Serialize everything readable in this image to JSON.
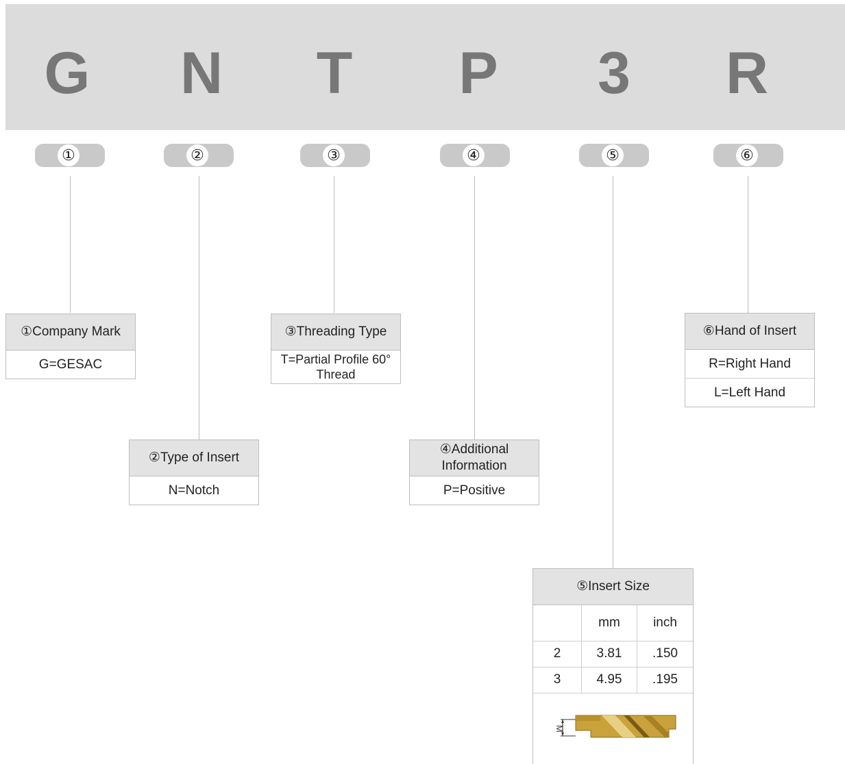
{
  "code": {
    "letters": [
      "G",
      "N",
      "T",
      "P",
      "3",
      "R"
    ]
  },
  "markers": [
    "①",
    "②",
    "③",
    "④",
    "⑤",
    "⑥"
  ],
  "company_mark": {
    "title": "①Company Mark",
    "rows": [
      "G=GESAC"
    ]
  },
  "type_of_insert": {
    "title": "②Type of Insert",
    "rows": [
      "N=Notch"
    ]
  },
  "threading_type": {
    "title": "③Threading Type",
    "rows": [
      "T=Partial Profile 60° Thread"
    ]
  },
  "additional_information": {
    "title": "④Additional Information",
    "rows": [
      "P=Positive"
    ]
  },
  "insert_size": {
    "title": "⑤Insert Size",
    "columns": [
      "",
      "mm",
      "inch"
    ],
    "rows": [
      [
        "2",
        "3.81",
        ".150"
      ],
      [
        "3",
        "4.95",
        ".195"
      ]
    ],
    "drawing_label": "M"
  },
  "hand_of_insert": {
    "title": "⑥Hand of Insert",
    "rows": [
      "R=Right Hand",
      "L=Left Hand"
    ]
  },
  "colors": {
    "banner": "#dcdcdc",
    "letter": "#777777",
    "pill": "#c9c9c9",
    "box_head": "#e3e3e3",
    "insert_gold": "#c9a23c"
  }
}
